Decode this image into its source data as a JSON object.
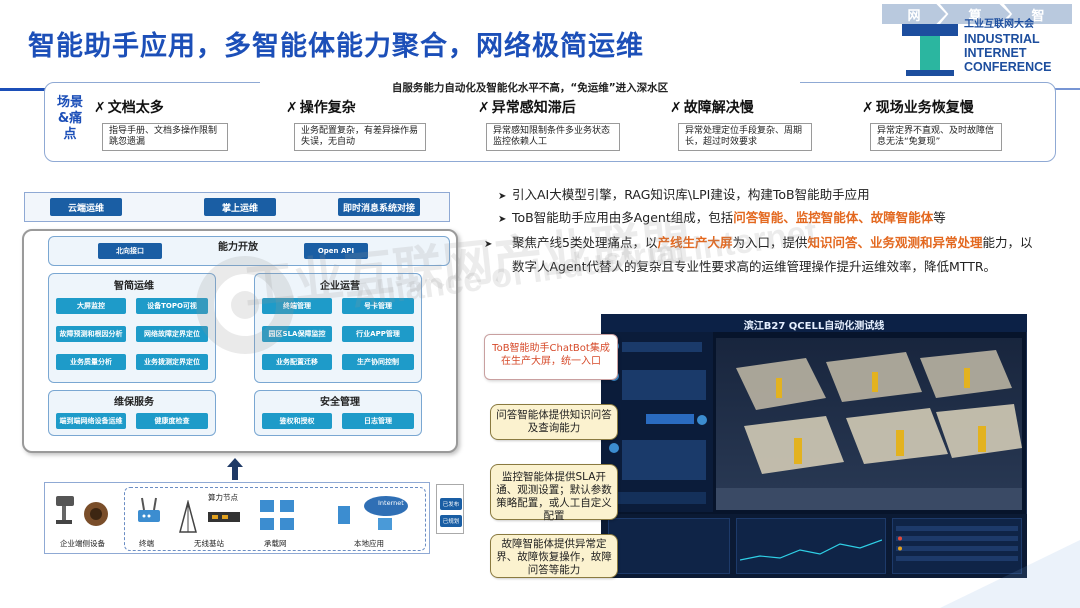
{
  "header": {
    "title": "智能助手应用，多智能体能力聚合，网络极简运维",
    "brand_chevrons": [
      "网",
      "算",
      "智"
    ],
    "brand_cn": "工业互联网大会",
    "brand_lines": [
      "INDUSTRIAL",
      "INTERNET",
      "CONFERENCE"
    ]
  },
  "pain": {
    "banner": "自服务能力自动化及智能化水平不高，“免运维”进入深水区",
    "label": "场景&痛点",
    "items": [
      {
        "title": "文档太多",
        "desc": "指导手册、文档多操作限制跳忽遗漏"
      },
      {
        "title": "操作复杂",
        "desc": "业务配置复杂，有差异操作易失误，无自动"
      },
      {
        "title": "异常感知滞后",
        "desc": "异常感知限制条件多业务状态监控依赖人工"
      },
      {
        "title": "故障解决慢",
        "desc": "异常处理定位手段复杂、周期长，超过时效要求"
      },
      {
        "title": "现场业务恢复慢",
        "desc": "异常定界不直观、及时故障信息无法“免复现”"
      }
    ]
  },
  "arch": {
    "top_buttons": [
      "云端运维",
      "掌上运维",
      "即时消息系统对接"
    ],
    "capability": {
      "title": "能力开放",
      "left": "北向接口",
      "right": "Open API"
    },
    "ops": {
      "title": "智简运维",
      "tiles": [
        "大屏监控",
        "设备TOPO可视",
        "故障预测和根因分析",
        "网络故障定界定位",
        "业务质量分析",
        "业务拨测定界定位"
      ]
    },
    "biz": {
      "title": "企业运营",
      "tiles": [
        "终端管理",
        "号卡管理",
        "园区SLA保障监控",
        "行业APP管理",
        "业务配置迁移",
        "生产协同控制"
      ]
    },
    "maint": {
      "title": "维保服务",
      "tiles": [
        "端到端网络设备运维",
        "健康度检查"
      ]
    },
    "security": {
      "title": "安全管理",
      "tiles": [
        "鉴权和授权",
        "日志管理"
      ]
    },
    "edge": {
      "enterprise": "企业端侧设备",
      "terminal": "终端",
      "wireless": "无线基站",
      "node": "算力节点",
      "bearer": "承载网",
      "local": "本地应用",
      "internet": "Internet"
    },
    "legend": [
      "已发布",
      "已规划"
    ]
  },
  "bullets": [
    {
      "parts": [
        {
          "t": "引入AI大模型引擎，RAG知识库\\LPI建设，构建ToB智能助手应用",
          "h": false
        }
      ]
    },
    {
      "parts": [
        {
          "t": "ToB智能助手应用由多Agent组成，包括",
          "h": false
        },
        {
          "t": "问答智能、监控智能体、故障智能体",
          "h": true
        },
        {
          "t": "等",
          "h": false
        }
      ]
    },
    {
      "parts": [
        {
          "t": "聚焦产线5类处理痛点，以",
          "h": false
        },
        {
          "t": "产线生产大屏",
          "h": true
        },
        {
          "t": "为入口，提供",
          "h": false
        },
        {
          "t": "知识问答、业务观测和异常处理",
          "h": true
        },
        {
          "t": "能力，以数字人Agent代替人的复杂且专业性要求高的运维管理操作提升运维效率，降低MTTR。",
          "h": false
        }
      ]
    }
  ],
  "screen": {
    "title": "滨江B27 QCELL自动化测试线"
  },
  "callouts": {
    "chatbot": "ToB智能助手ChatBot集成在生产大屏，统一入口",
    "qa": "问答智能体提供知识问答及查询能力",
    "monitor": "监控智能体提供SLA开通、观测设置；默认参数策略配置，或人工自定义配置",
    "fault": "故障智能体提供异常定界、故障恢复操作，故障问答等能力"
  },
  "watermark": {
    "cn": "工业互联网产业联盟",
    "en": "Alliance of Industrial Internet"
  },
  "colors": {
    "title": "#1c4fb8",
    "highlight": "#e3681f",
    "tile": "#1e9bc9",
    "button": "#1a5ea4"
  }
}
